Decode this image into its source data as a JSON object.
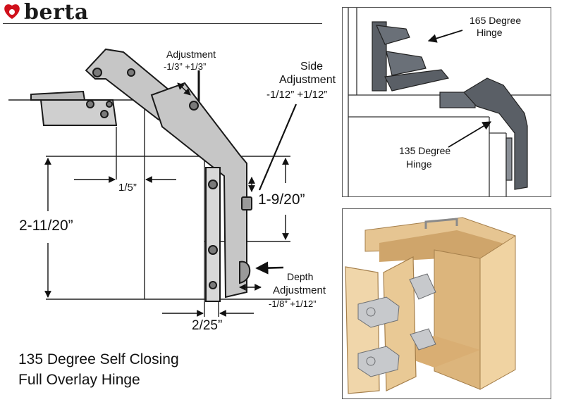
{
  "brand": {
    "name": "berta",
    "accent": "#d0101b"
  },
  "title": {
    "line1": "135 Degree Self Closing",
    "line2": "Full Overlay Hinge"
  },
  "dimensions": {
    "adjustment_title": "Adjustment",
    "adjustment_range": "-1/3” +1/3”",
    "side_title_1": "Side",
    "side_title_2": "Adjustment",
    "side_range": "-1/12” +1/12”",
    "depth_title_1": "Depth",
    "depth_title_2": "Adjustment",
    "depth_range": "-1/8” +1/12”",
    "width_1_5": "1/5”",
    "height_1_9_20": "1-9/20”",
    "height_2_11_20": "2-11/20”",
    "width_2_25": "2/25”"
  },
  "inset": {
    "label_165_1": "165 Degree",
    "label_165_2": "Hinge",
    "label_135_1": "135 Degree",
    "label_135_2": "Hinge"
  }
}
